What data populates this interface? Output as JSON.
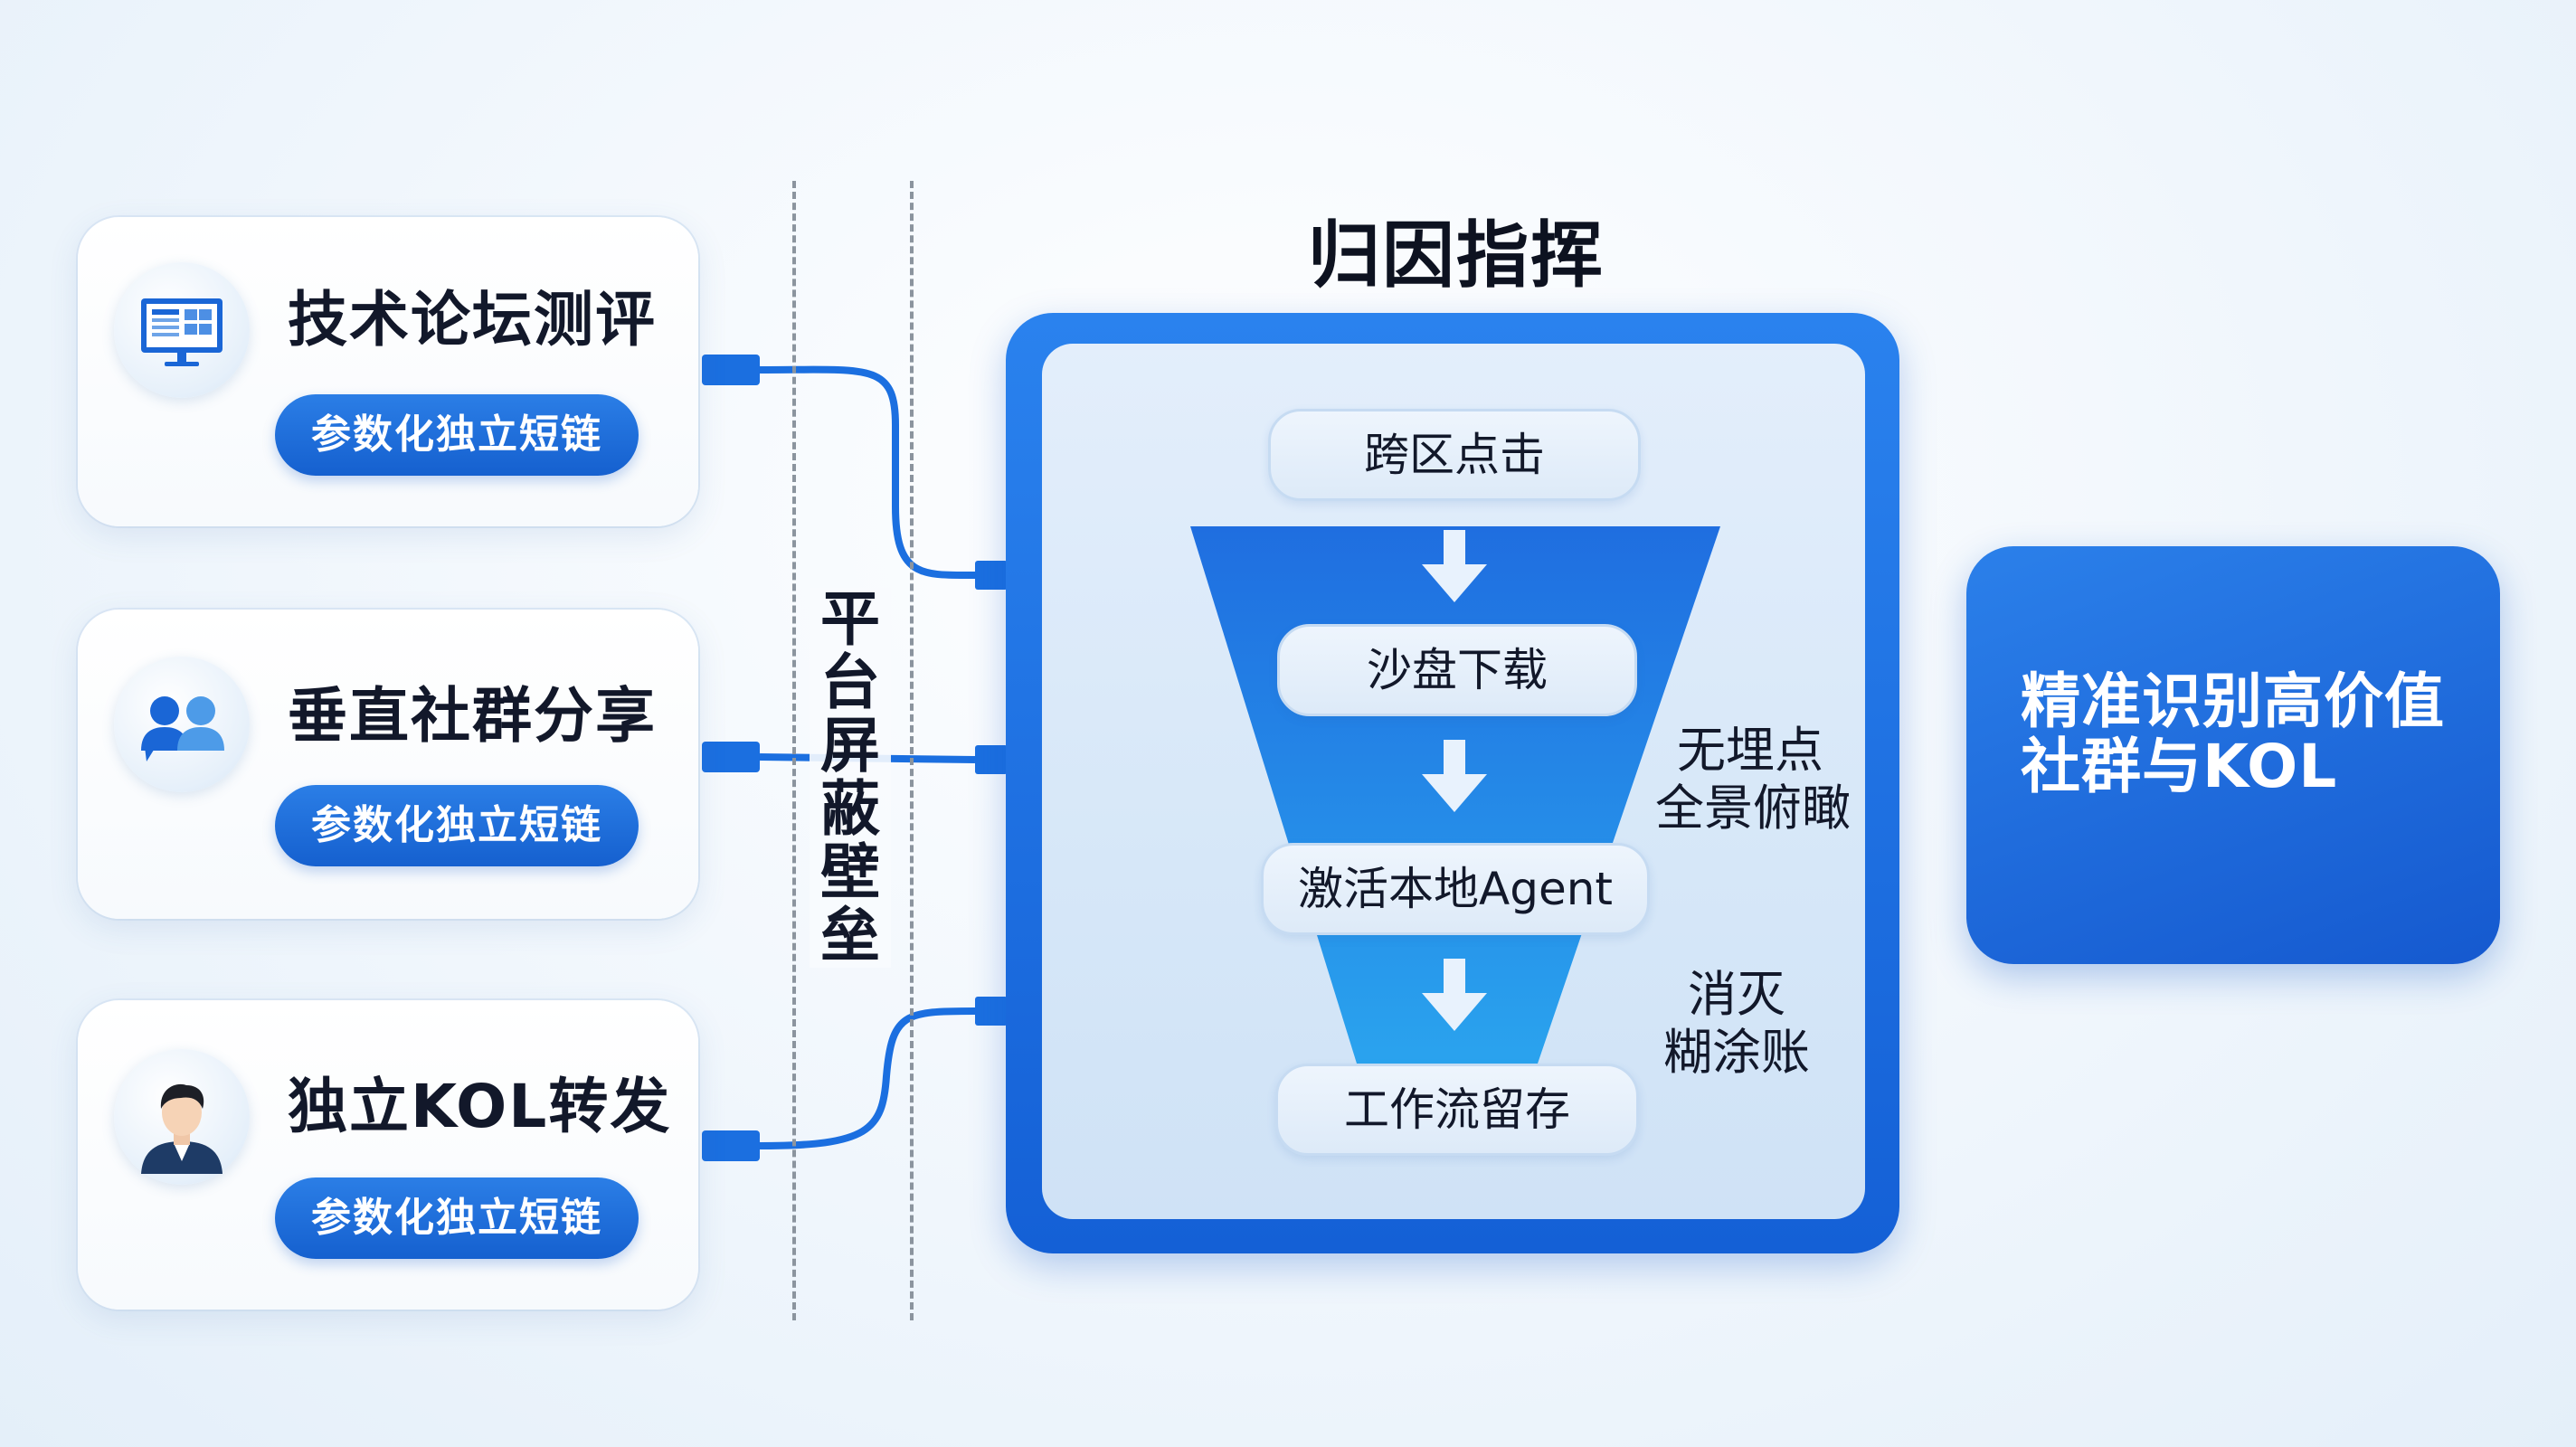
{
  "sources": [
    {
      "title": "技术论坛测评",
      "pill": "参数化独立短链",
      "icon": "monitor-icon"
    },
    {
      "title": "垂直社群分享",
      "pill": "参数化独立短链",
      "icon": "group-chat-icon"
    },
    {
      "title": "独立KOL转发",
      "pill": "参数化独立短链",
      "icon": "person-avatar-icon"
    }
  ],
  "barrier": {
    "label": "平台屏蔽壁垒"
  },
  "panel": {
    "title": "归因指挥舱",
    "stages": [
      "跨区点击",
      "沙盘下载",
      "激活本地Agent",
      "工作流留存"
    ],
    "notes": [
      {
        "lines": [
          "无埋点",
          "全景俯瞰"
        ]
      },
      {
        "lines": [
          "消灭",
          "糊涂账"
        ]
      }
    ]
  },
  "result": {
    "lines": [
      "精准识别高价值",
      "社群与KOL"
    ]
  },
  "colors": {
    "accent": "#1b6fe0",
    "accent_dark": "#1460d6",
    "funnel_top": "#1f6ee0",
    "funnel_bottom": "#2aa3ee",
    "panel_inner": "#dceaf8"
  }
}
